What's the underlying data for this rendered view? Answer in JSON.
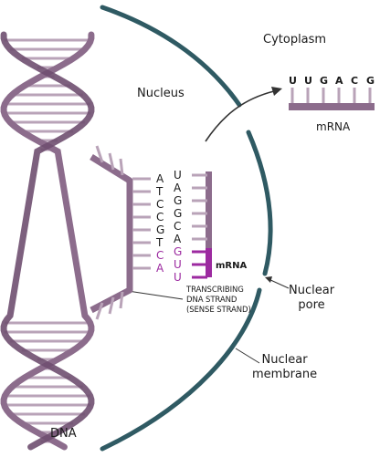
{
  "labels": {
    "cytoplasm": "Cytoplasm",
    "nucleus": "Nucleus",
    "dna": "DNA",
    "mrna_right": "mRNA",
    "mrna_mid": "mRNA",
    "nuclear_pore": "Nuclear\npore",
    "nuclear_membrane": "Nuclear\nmembrane",
    "transcribing_strand": "TRANSCRIBING\nDNA STRAND\n(SENSE STRAND)"
  },
  "dna_bases": [
    "A",
    "T",
    "C",
    "C",
    "G",
    "T",
    "C",
    "A"
  ],
  "rna_bases": [
    "U",
    "A",
    "G",
    "G",
    "C",
    "A",
    "G",
    "U",
    "U"
  ],
  "mrna_sequence": [
    "U",
    "U",
    "G",
    "A",
    "C",
    "G"
  ],
  "colors": {
    "helix": "#8c6c8c",
    "helix_dark": "#6f4f70",
    "rung": "#b9a3b8",
    "membrane": "#2f5a63",
    "new_rna": "#9c2aa0",
    "arrow": "#333333"
  }
}
